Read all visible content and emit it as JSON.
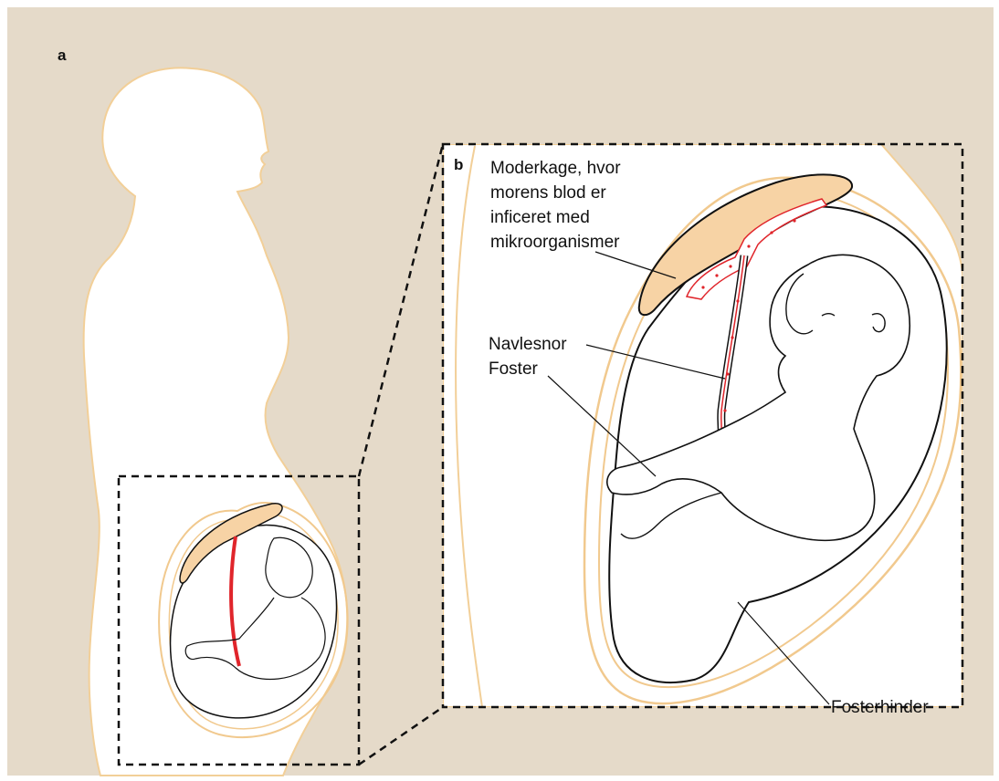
{
  "figure": {
    "panel_a_label": "a",
    "panel_b_label": "b",
    "labels": {
      "placenta_lines": [
        "Moderkage, hvor",
        "morens blod er",
        "inficeret med",
        "mikroorganismer"
      ],
      "umbilical_cord": "Navlesnor",
      "fetus": "Foster",
      "membranes": "Fosterhinder"
    }
  },
  "colors": {
    "background": "#e5dac9",
    "silhouette": "#ffffff",
    "placenta_fill": "#f7d3a5",
    "uterus_outline": "#f1c98e",
    "blood_red": "#e0252b",
    "line_dark": "#111111"
  }
}
